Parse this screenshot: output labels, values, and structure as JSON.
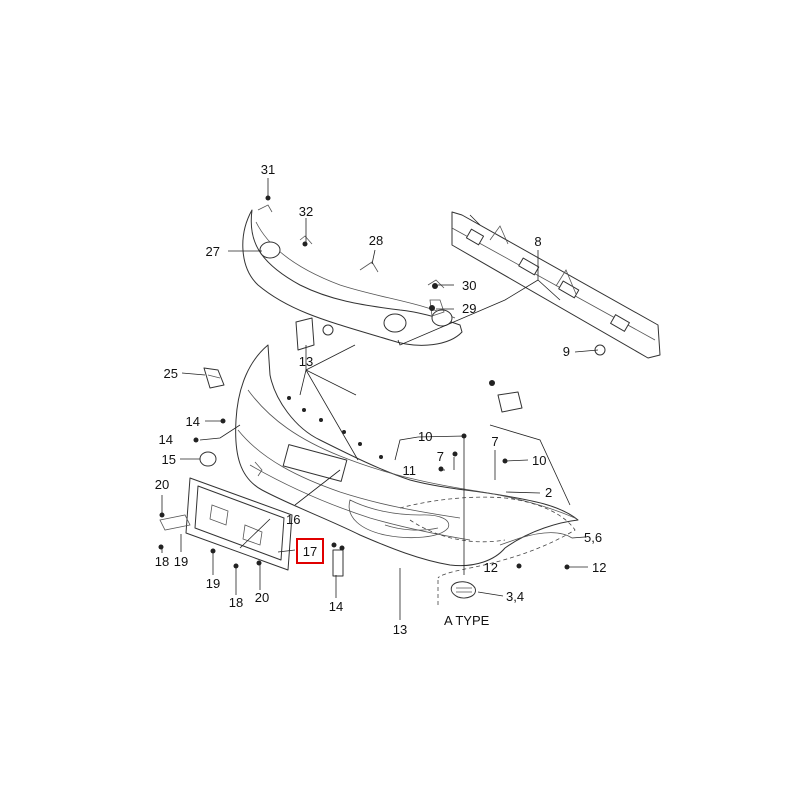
{
  "callouts": {
    "c31": "31",
    "c32": "32",
    "c28": "28",
    "c27": "27",
    "c30": "30",
    "c29": "29",
    "c8": "8",
    "c9": "9",
    "c25": "25",
    "c13a": "13",
    "c14a": "14",
    "c14b": "14",
    "c15": "15",
    "c10a": "10",
    "c7a": "7",
    "c7b": "7",
    "c10b": "10",
    "c11": "11",
    "c2": "2",
    "c20a": "20",
    "c16": "16",
    "c56": "5,6",
    "c18a": "18",
    "c19a": "19",
    "c17": "17",
    "c12a": "12",
    "c12b": "12",
    "c19b": "19",
    "c18b": "18",
    "c20b": "20",
    "c34": "3,4",
    "c14c": "14",
    "c13b": "13"
  },
  "variant_label": "A TYPE",
  "highlighted_callout": "17",
  "highlight_color": "#e00000"
}
